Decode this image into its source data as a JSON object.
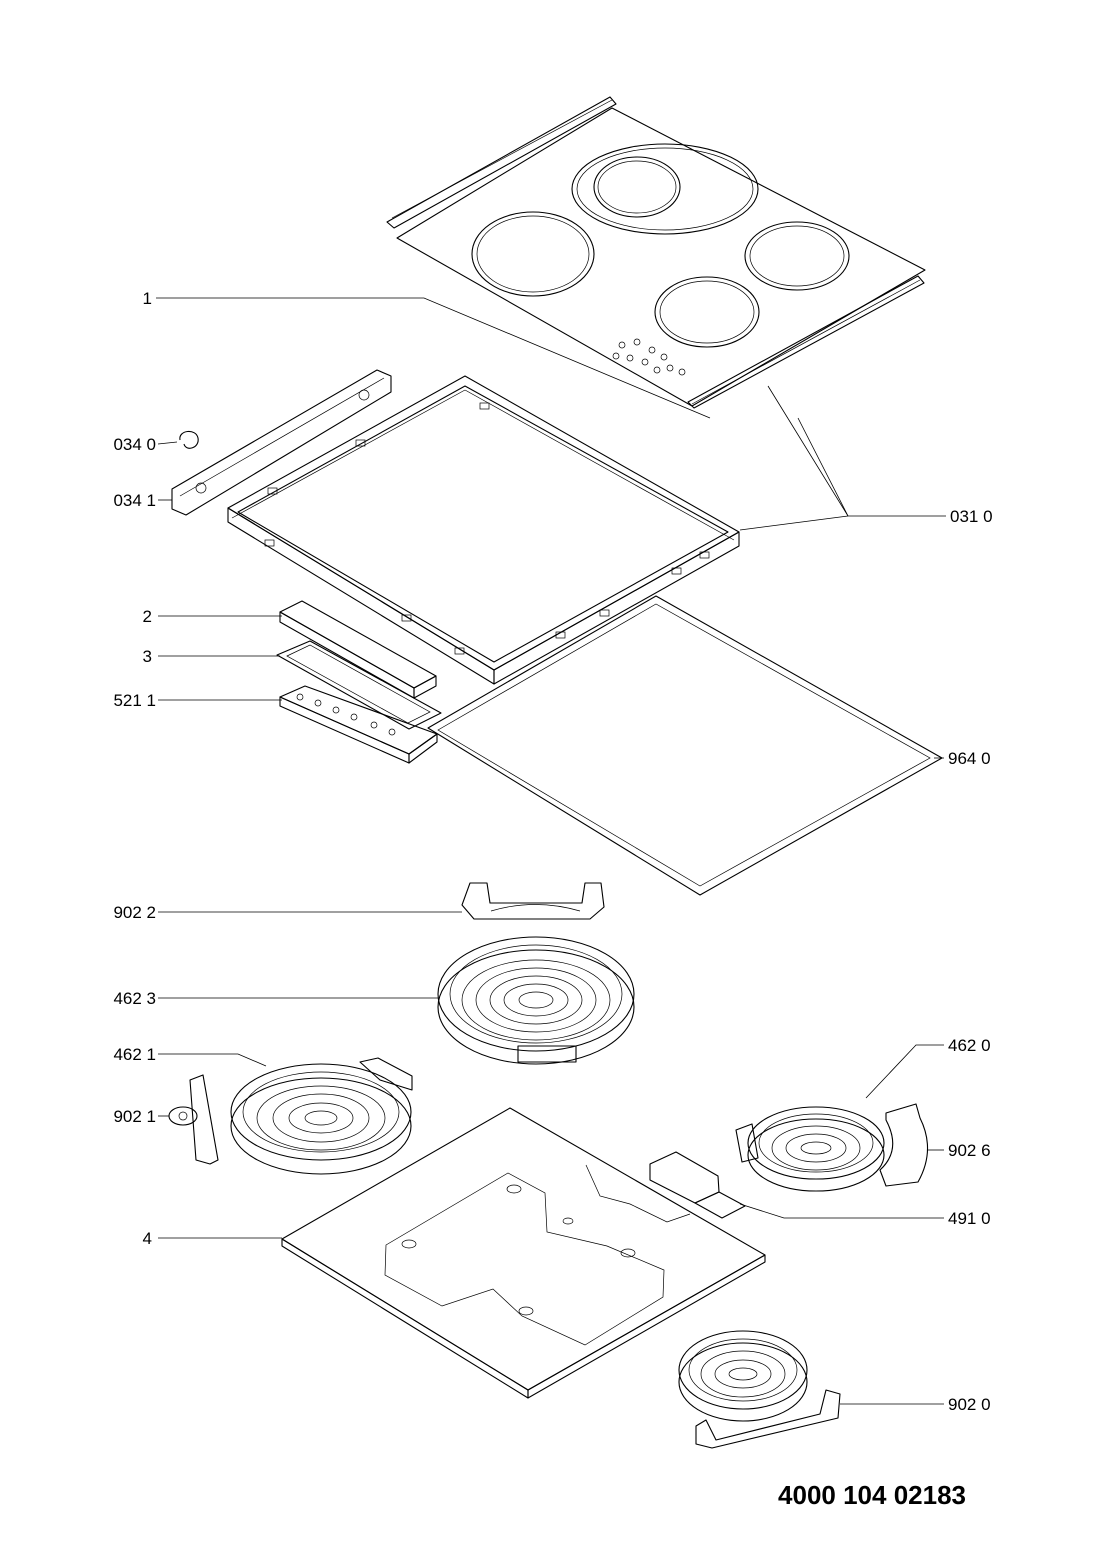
{
  "labels": {
    "p1": "1",
    "p034_0": "034 0",
    "p034_1": "034 1",
    "p031_0": "031 0",
    "p2": "2",
    "p3": "3",
    "p521_1": "521 1",
    "p964_0": "964 0",
    "p902_2": "902 2",
    "p462_3": "462 3",
    "p462_1": "462 1",
    "p462_0": "462 0",
    "p902_1": "902 1",
    "p902_6": "902 6",
    "p491_0": "491 0",
    "p4": "4",
    "p902_0": "902 0"
  },
  "document_number": "4000 104 02183"
}
